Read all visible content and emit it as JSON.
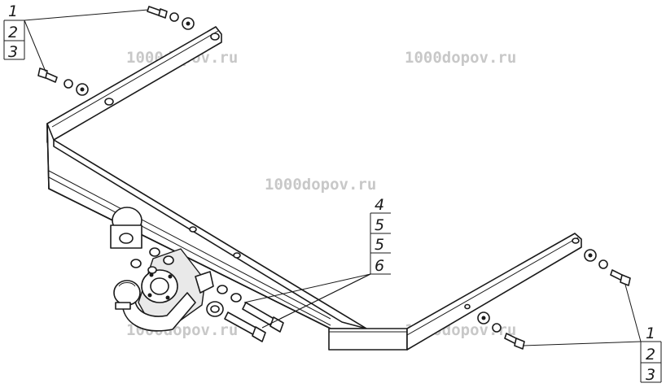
{
  "watermark": "1000dopov.ru",
  "callouts": {
    "top_left": [
      "1",
      "2",
      "3"
    ],
    "center": [
      "4",
      "5",
      "5",
      "6"
    ],
    "bottom_right": [
      "1",
      "2",
      "3"
    ]
  },
  "colors": {
    "line": "#1a1a1a",
    "watermark": "#c8c8c8",
    "background": "#ffffff"
  }
}
